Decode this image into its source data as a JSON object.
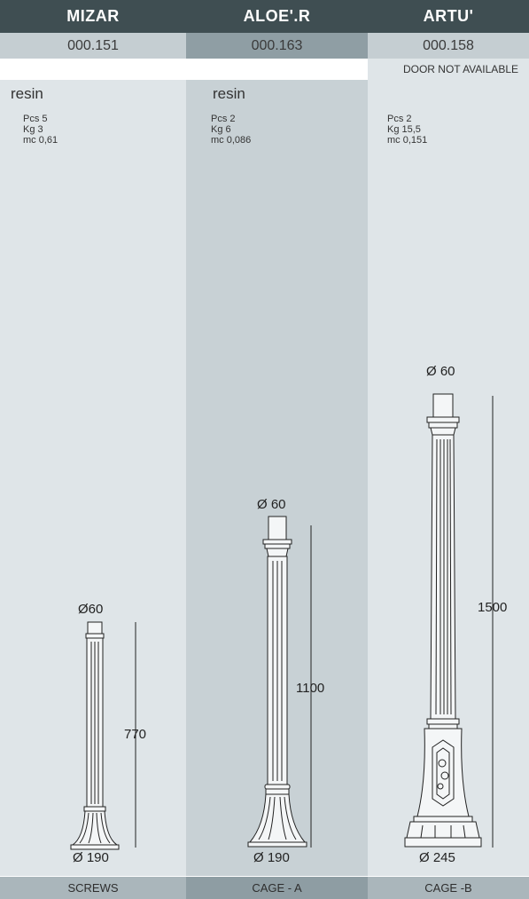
{
  "columns": [
    {
      "name": "MIZAR",
      "code": "000.151",
      "note": "",
      "material": "resin",
      "pcs": "Pcs 5",
      "kg": "Kg  3",
      "mc": "mc  0,61",
      "top_diameter": "Ø60",
      "height": "770",
      "base_diameter": "Ø 190",
      "footer": "SCREWS"
    },
    {
      "name": "ALOE'.R",
      "code": "000.163",
      "note": "",
      "material": "resin",
      "pcs": "Pcs 2",
      "kg": "Kg  6",
      "mc": "mc  0,086",
      "top_diameter": "Ø 60",
      "height": "1100",
      "base_diameter": "Ø 190",
      "footer": "CAGE - A"
    },
    {
      "name": "ARTU'",
      "code": "000.158",
      "note": "DOOR NOT AVAILABLE",
      "material": "",
      "pcs": "Pcs 2",
      "kg": "Kg  15,5",
      "mc": "mc  0,151",
      "top_diameter": "Ø 60",
      "height": "1500",
      "base_diameter": "Ø 245",
      "footer": "CAGE -B"
    }
  ]
}
